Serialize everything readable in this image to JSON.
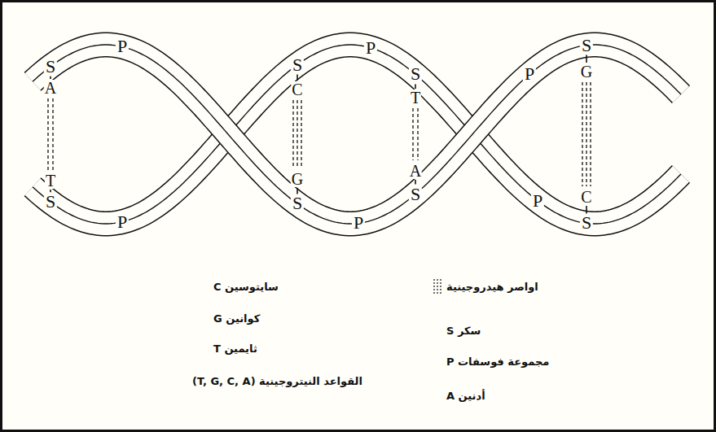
{
  "diagram": {
    "labels": [
      "S",
      "A",
      "T",
      "S",
      "P",
      "P",
      "S",
      "C",
      "G",
      "S",
      "P",
      "P",
      "S",
      "T",
      "A",
      "S",
      "P",
      "P",
      "S",
      "G",
      "C",
      "S",
      "سايتوسين C",
      "اواصر هيدروجينية",
      "كوانين G",
      "سكر S",
      "ثايمين T",
      "مجموعة فوسفات P",
      "القواعد النيتروجينية (T, G, C, A)",
      "أدنين A"
    ]
  }
}
